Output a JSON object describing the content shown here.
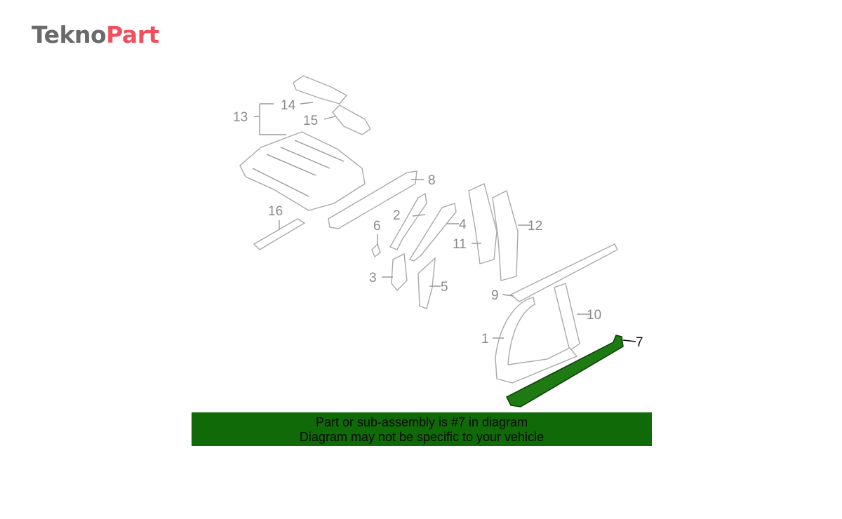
{
  "brand": {
    "part1": "Tekno",
    "part2": "Part",
    "color_gray": "#6a6a6c",
    "color_red": "#f0505e"
  },
  "diagram": {
    "callouts": [
      "13",
      "14",
      "15",
      "8",
      "16",
      "2",
      "4",
      "6",
      "11",
      "12",
      "3",
      "5",
      "9",
      "10",
      "1",
      "7"
    ],
    "highlighted_part": "7",
    "highlight_color": "#1e7a12"
  },
  "banner": {
    "line1": "Part or sub-assembly is #7 in diagram",
    "line2": "Diagram may not be specific to your vehicle",
    "color": "#0f6a07"
  }
}
